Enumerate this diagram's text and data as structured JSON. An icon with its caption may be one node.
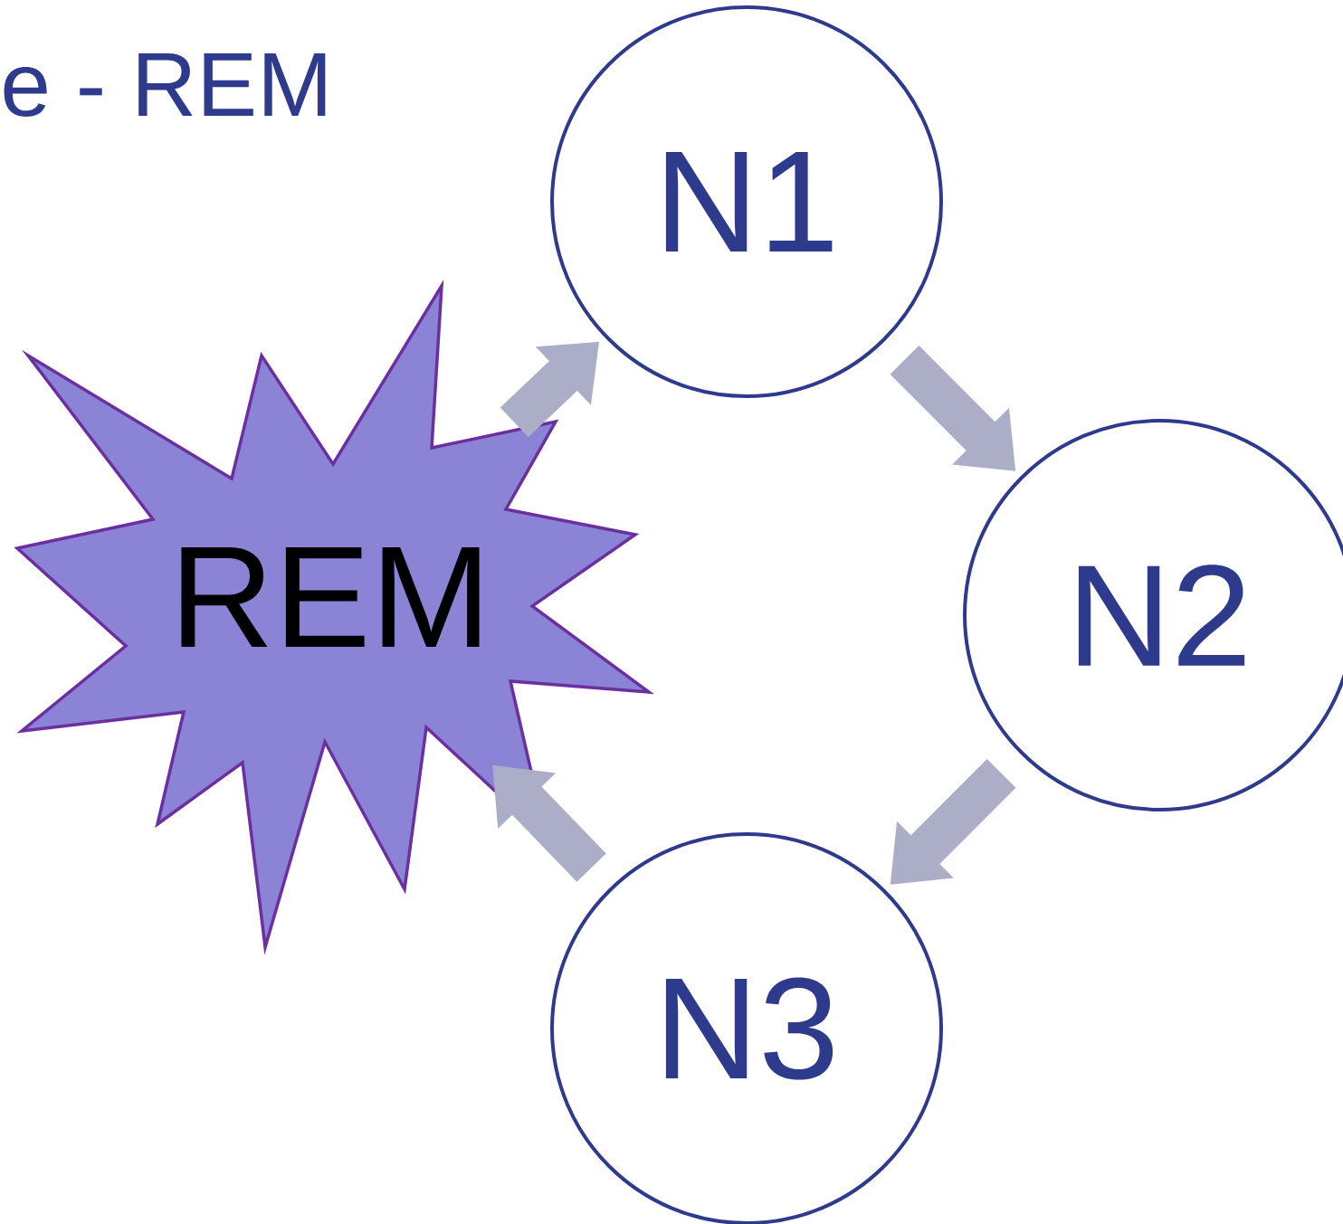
{
  "diagram": {
    "title": "e - REM",
    "nodes": [
      {
        "text": [
          "REM"
        ]
      },
      {
        "text": [
          "N1"
        ]
      },
      {
        "text": [
          "N2"
        ]
      },
      {
        "text": [
          "N3"
        ]
      }
    ],
    "edges": [
      {
        "from": 0,
        "to": 1,
        "arrow": "to"
      },
      {
        "from": 1,
        "to": 2,
        "arrow": "to"
      },
      {
        "from": 2,
        "to": 3,
        "arrow": "to"
      },
      {
        "from": 3,
        "to": 0,
        "arrow": "to"
      }
    ]
  }
}
